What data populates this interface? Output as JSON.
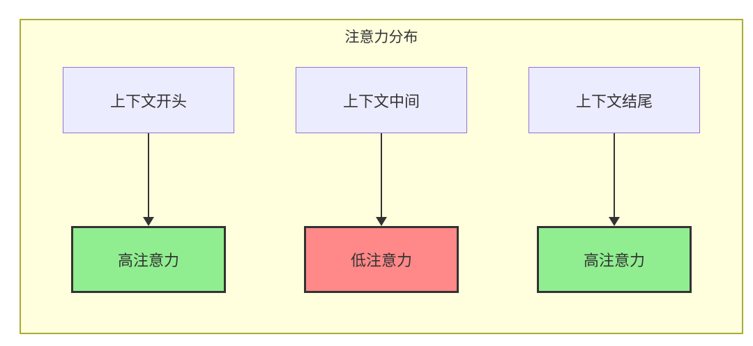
{
  "diagram": {
    "title": "注意力分布",
    "colors": {
      "group_background": "#ffffde",
      "group_border": "#aaaa33",
      "source_node_background": "#ececff",
      "source_node_border": "#9370db",
      "high_attention_background": "#90ee90",
      "low_attention_background": "#ff8888",
      "target_node_border": "#333333",
      "arrow": "#333333",
      "text": "#333333"
    },
    "flows": [
      {
        "source": {
          "label": "上下文开头"
        },
        "target": {
          "label": "高注意力",
          "level": "high",
          "color": "#90ee90"
        }
      },
      {
        "source": {
          "label": "上下文中间"
        },
        "target": {
          "label": "低注意力",
          "level": "low",
          "color": "#ff8888"
        }
      },
      {
        "source": {
          "label": "上下文结尾"
        },
        "target": {
          "label": "高注意力",
          "level": "high",
          "color": "#90ee90"
        }
      }
    ]
  }
}
